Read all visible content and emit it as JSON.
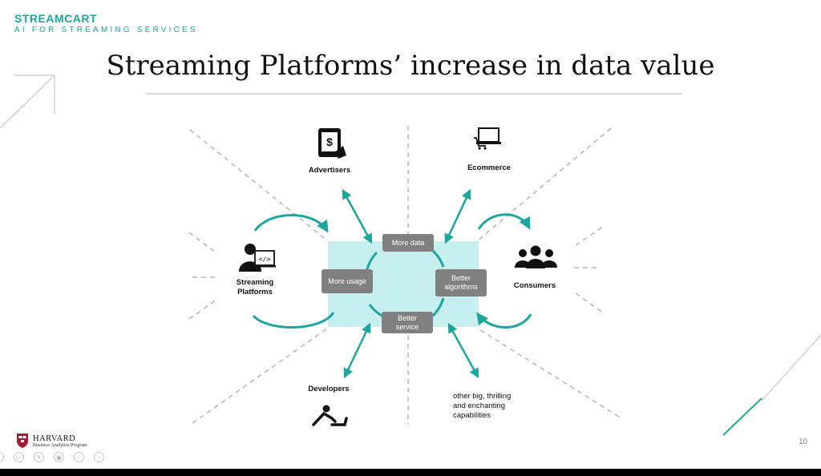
{
  "brand": {
    "name": "STREAMCART",
    "tagline": "AI FOR STREAMING SERVICES"
  },
  "title": "Streaming Platforms’ increase in data value",
  "diagram": {
    "nodes": {
      "advertisers": "Advertisers",
      "ecommerce": "Ecommerce",
      "streaming_line1": "Streaming",
      "streaming_line2": "Platforms",
      "consumers": "Consumers",
      "developers": "Developers",
      "other_line1": "other big, thrilling",
      "other_line2": "and enchanting",
      "other_line3": "capabilities"
    },
    "cycle": {
      "more_data": "More data",
      "more_usage": "More usage",
      "better_algorithms_line1": "Better",
      "better_algorithms_line2": "algorithms",
      "better_service_line1": "Better",
      "better_service_line2": "service"
    },
    "colors": {
      "accent": "#1ba79e",
      "box": "#808080",
      "highlight": "#c7eff0",
      "dashed": "#b5b5b5"
    }
  },
  "footer": {
    "logo_name": "HARVARD",
    "logo_sub": "Business Analytics Program",
    "page_number": "10"
  },
  "toolbar": {
    "icons": [
      "previous-icon",
      "play-icon",
      "pen-icon",
      "slides-icon",
      "zoom-icon",
      "more-icon"
    ]
  }
}
